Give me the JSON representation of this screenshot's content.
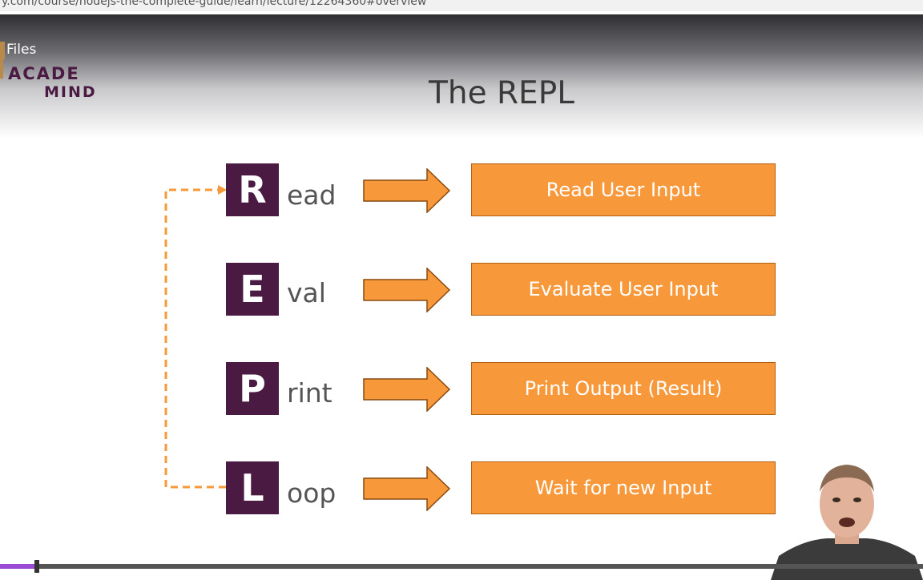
{
  "browser": {
    "url_fragment": "y.com/course/nodejs-the-complete-guide/learn/lecture/12264360#overview"
  },
  "overlay": {
    "files_label": "Files"
  },
  "logo": {
    "line1": "ACADE",
    "line2": "MIND"
  },
  "slide": {
    "title": "The REPL",
    "rows": [
      {
        "letter": "R",
        "rest": "ead",
        "description": "Read User Input"
      },
      {
        "letter": "E",
        "rest": "val",
        "description": "Evaluate User Input"
      },
      {
        "letter": "P",
        "rest": "rint",
        "description": "Print Output (Result)"
      },
      {
        "letter": "L",
        "rest": "oop",
        "description": "Wait for new Input"
      }
    ]
  },
  "colors": {
    "purple": "#4a1a42",
    "orange": "#f7983a",
    "progress": "#9b4ad6"
  },
  "player": {
    "progress_fraction": 0.04
  }
}
